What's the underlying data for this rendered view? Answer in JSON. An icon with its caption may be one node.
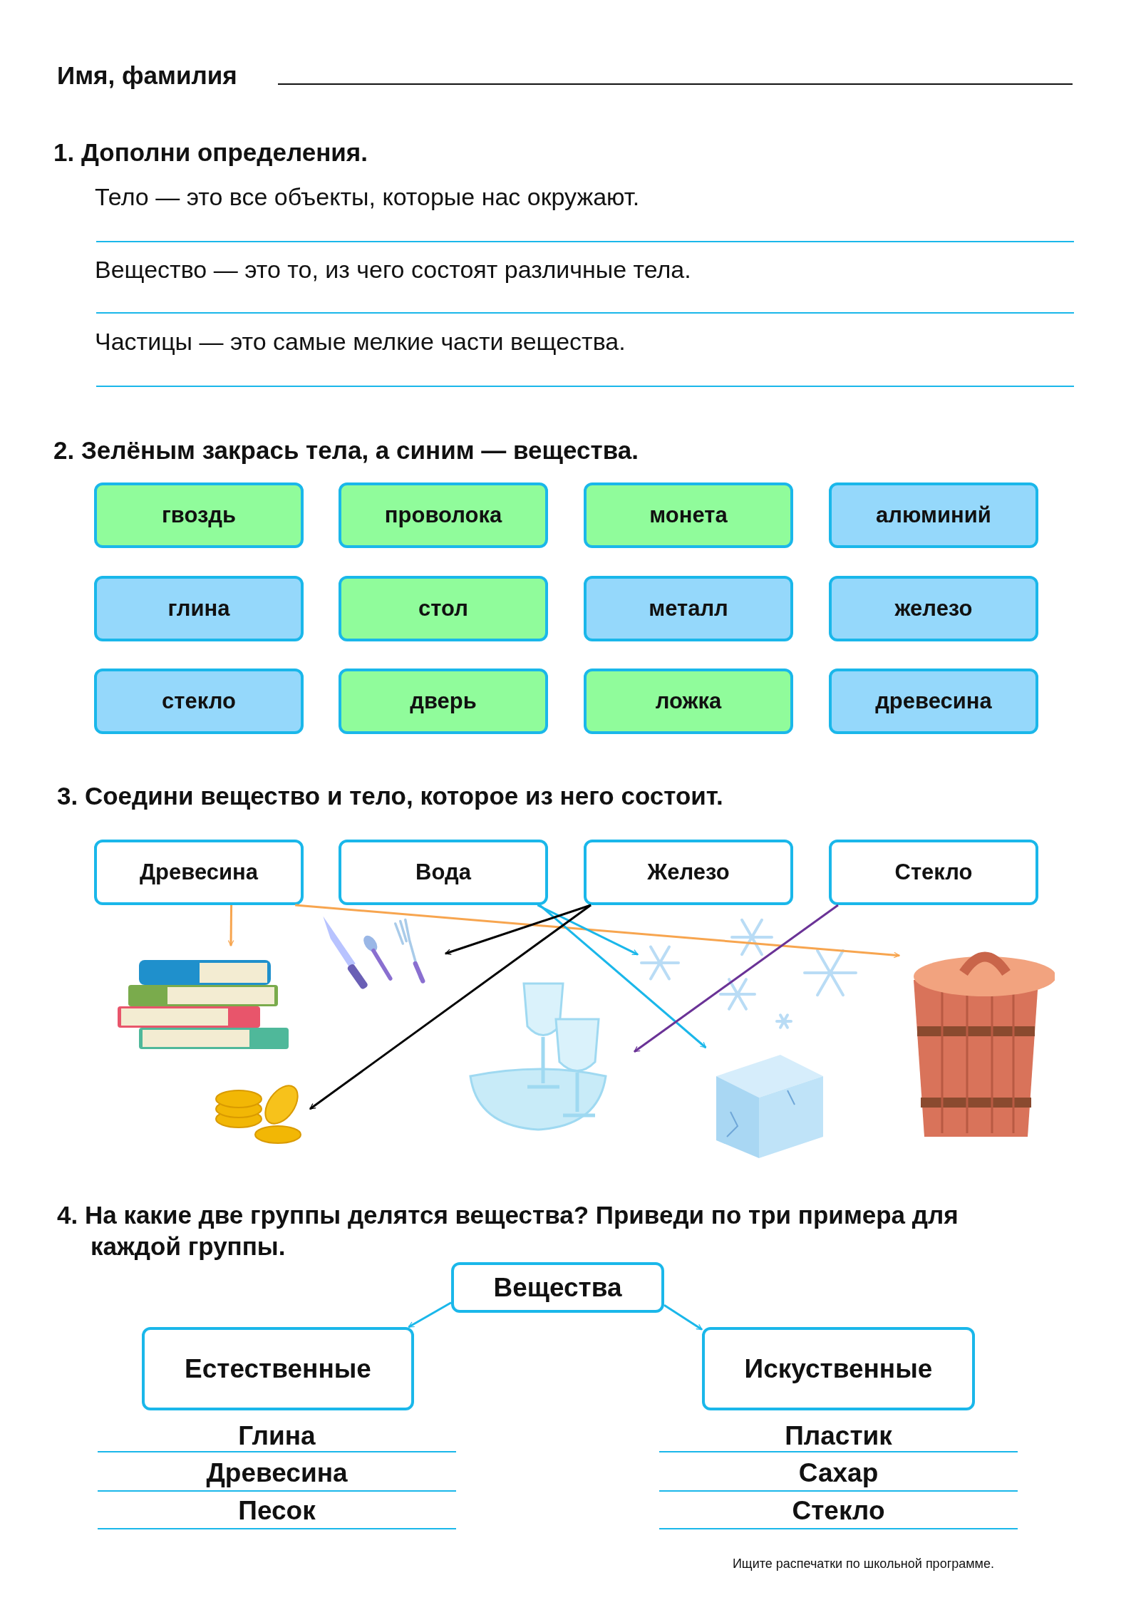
{
  "diagram": {
    "nodes": [
      {
        "text": [
          "гвоздь"
        ]
      },
      {
        "text": [
          "проволока"
        ]
      },
      {
        "text": [
          "монета"
        ]
      },
      {
        "text": [
          "алюминий"
        ]
      },
      {
        "text": [
          "глина"
        ]
      },
      {
        "text": [
          "стол"
        ]
      },
      {
        "text": [
          "металл"
        ]
      },
      {
        "text": [
          "железо"
        ]
      },
      {
        "text": [
          "стекло"
        ]
      },
      {
        "text": [
          "дверь"
        ]
      },
      {
        "text": [
          "ложка"
        ]
      },
      {
        "text": [
          "древесина"
        ]
      },
      {
        "text": [
          "Древесина"
        ]
      },
      {
        "text": [
          "Вода"
        ]
      },
      {
        "text": [
          "Железо"
        ]
      },
      {
        "text": [
          "Стекло"
        ]
      },
      {
        "text": [],
        "shape": "picture"
      },
      {
        "text": [],
        "shape": "picture"
      },
      {
        "text": [],
        "shape": "picture"
      },
      {
        "text": [],
        "shape": "picture"
      },
      {
        "text": [],
        "shape": "picture"
      },
      {
        "text": [],
        "shape": "picture"
      },
      {
        "text": [],
        "shape": "picture"
      },
      {
        "text": [
          "Вещества"
        ]
      },
      {
        "text": [
          "Естественные"
        ]
      },
      {
        "text": [
          "Искуственные"
        ]
      }
    ],
    "edges": [
      {
        "from": 12,
        "to": 16,
        "arrow": "to",
        "color": "#f7a54f"
      },
      {
        "from": 12,
        "to": 22,
        "arrow": "to",
        "color": "#f7a54f"
      },
      {
        "from": 13,
        "to": 20,
        "arrow": "to"
      },
      {
        "from": 13,
        "to": 21,
        "arrow": "to"
      },
      {
        "from": 14,
        "to": 18,
        "arrow": "to",
        "color": "#000000"
      },
      {
        "from": 14,
        "to": 17,
        "arrow": "to",
        "color": "#000000"
      },
      {
        "from": 15,
        "to": 19,
        "arrow": "to",
        "color": "#6a3296"
      },
      {
        "from": 23,
        "to": 24,
        "arrow": "to"
      },
      {
        "from": 23,
        "to": 25,
        "arrow": "to"
      }
    ],
    "labels": [
      "Имя, фамилия",
      "1. Дополни определения.",
      "Тело — это все объекты, которые нас окружают.",
      "Вещество — это то, из чего состоят различные тела.",
      "Частицы — это самые мелкие части вещества.",
      "2. Зелёным закрась тела, а синим — вещества.",
      "3. Соедини вещество и тело, которое из него состоит.",
      "4. На какие две группы делятся вещества? Приведи по три примера для каждой группы.",
      "Глина",
      "Пластик",
      "Древесина",
      "Сахар",
      "Песок",
      "Стекло",
      "Ищите распечатки по школьной программе."
    ]
  }
}
